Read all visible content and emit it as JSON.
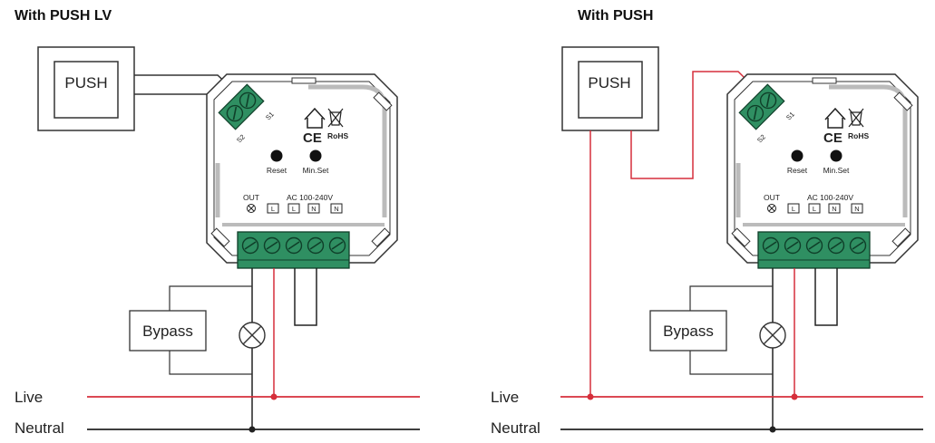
{
  "diagrams": [
    {
      "title": "With PUSH LV",
      "push_label": "PUSH",
      "bypass_label": "Bypass",
      "live_label": "Live",
      "neutral_label": "Neutral"
    },
    {
      "title": "With PUSH",
      "push_label": "PUSH",
      "bypass_label": "Bypass",
      "live_label": "Live",
      "neutral_label": "Neutral"
    }
  ],
  "device": {
    "reset_label": "Reset",
    "minset_label": "Min.Set",
    "out_label": "OUT",
    "ac_label": "AC 100-240V",
    "terminals": [
      "L",
      "L",
      "N",
      "N"
    ],
    "ce_mark": "CE",
    "rohs_label": "RoHS",
    "s1_label": "S1",
    "s2_label": "S2"
  },
  "colors": {
    "live_wire": "#d62f3b",
    "neutral_wire": "#222222",
    "terminal_green": "#2f8f62",
    "terminal_dark": "#1d6b47"
  }
}
